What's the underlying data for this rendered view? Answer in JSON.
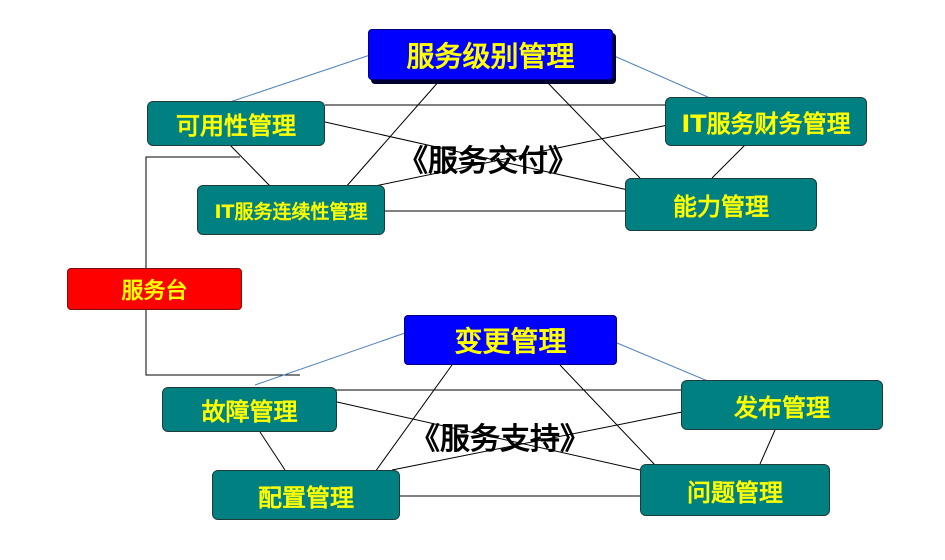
{
  "delivery": {
    "title": "《服务交付》",
    "nodes": {
      "slm": "服务级别管理",
      "availability": "可用性管理",
      "finance": "IT服务财务管理",
      "continuity": "IT服务连续性管理",
      "capacity": "能力管理"
    }
  },
  "service_desk": "服务台",
  "support": {
    "title": "《服务支持》",
    "nodes": {
      "change": "变更管理",
      "incident": "故障管理",
      "release": "发布管理",
      "configuration": "配置管理",
      "problem": "问题管理"
    }
  },
  "colors": {
    "teal_box": "#008080",
    "blue_box": "#0000ff",
    "red_box": "#ff0000",
    "label_text": "#ffff00",
    "blue_connector": "#4f81bd",
    "black_connector": "#000000"
  }
}
